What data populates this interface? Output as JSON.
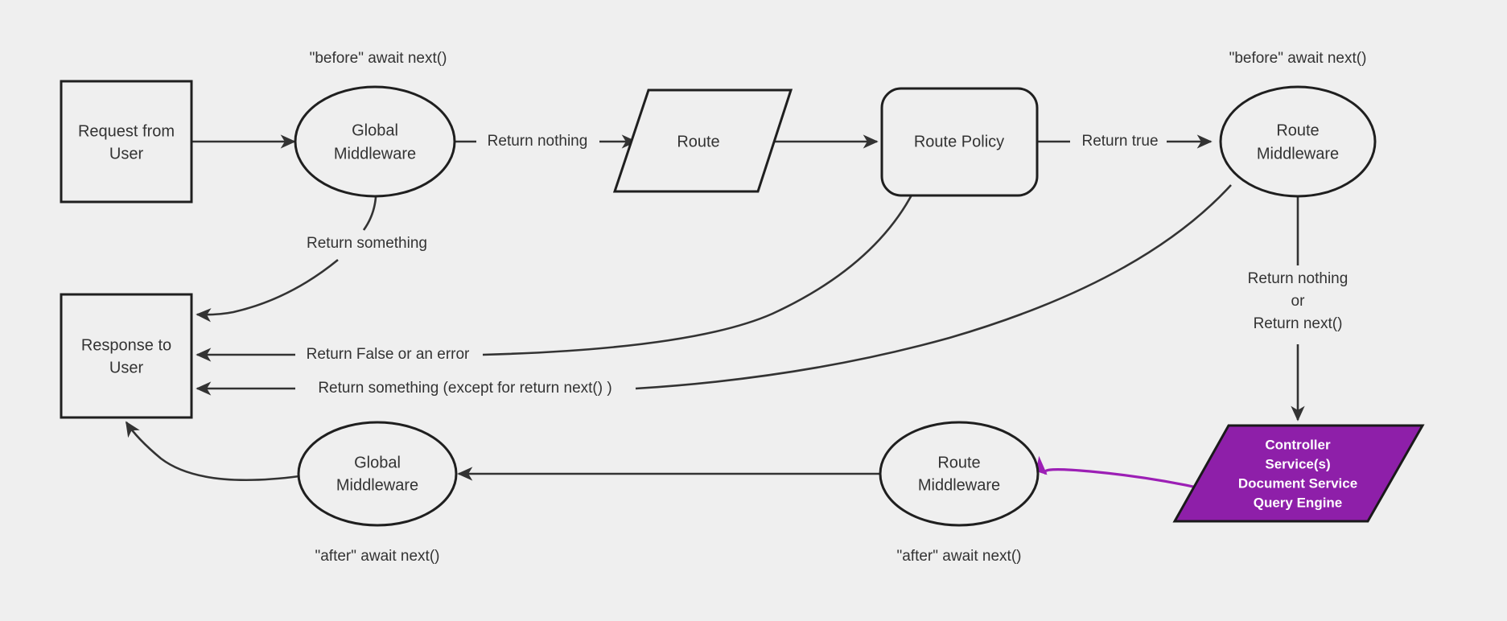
{
  "diagram": {
    "title": "Middleware request lifecycle flowchart",
    "background_color": "#efefef",
    "stroke_color": "#1f1f1f",
    "edge_color": "#333333",
    "accent_color": "#8e1fa9",
    "accent_edge_color": "#9c1fb5"
  },
  "nodes": {
    "request_from_user": {
      "line1": "Request from",
      "line2": "User",
      "shape": "rectangle"
    },
    "global_middleware_top": {
      "line1": "Global",
      "line2": "Middleware",
      "shape": "ellipse"
    },
    "route": {
      "line1": "Route",
      "shape": "parallelogram"
    },
    "route_policy": {
      "line1": "Route Policy",
      "shape": "rounded-rectangle"
    },
    "route_middleware_top": {
      "line1": "Route",
      "line2": "Middleware",
      "shape": "ellipse"
    },
    "controller": {
      "line1": "Controller",
      "line2": "Service(s)",
      "line3": "Document Service",
      "line4": "Query Engine",
      "shape": "parallelogram",
      "fill": "#8e1fa9"
    },
    "route_middleware_bottom": {
      "line1": "Route",
      "line2": "Middleware",
      "shape": "ellipse"
    },
    "global_middleware_bottom": {
      "line1": "Global",
      "line2": "Middleware",
      "shape": "ellipse"
    },
    "response_to_user": {
      "line1": "Response to",
      "line2": "User",
      "shape": "rectangle"
    }
  },
  "annotations": {
    "before_await_next_left": "\"before\" await next()",
    "before_await_next_right": "\"before\" await next()",
    "after_await_next_left": "\"after\" await next()",
    "after_await_next_right": "\"after\" await next()"
  },
  "edge_labels": {
    "return_nothing": "Return nothing",
    "return_true": "Return true",
    "return_something": "Return something",
    "return_false_or_error": "Return False or an error",
    "return_something_except": "Return something (except for return next() )",
    "return_nothing_or_next_l1": "Return nothing",
    "return_nothing_or_next_l2": "or",
    "return_nothing_or_next_l3": "Return next()"
  }
}
